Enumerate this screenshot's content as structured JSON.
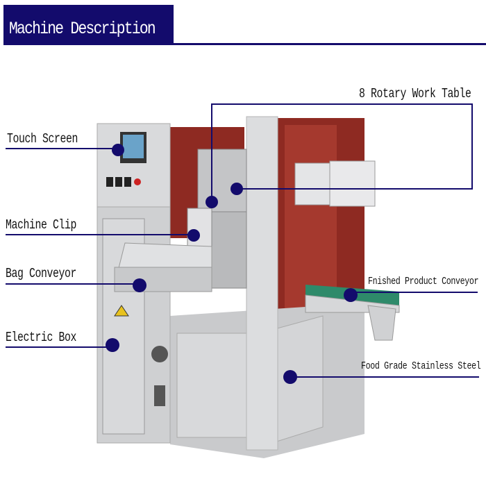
{
  "header": {
    "title": "Machine Description"
  },
  "labels": {
    "touch_screen": "Touch Screen",
    "rotary_table": "8 Rotary Work Table",
    "machine_clip": "Machine Clip",
    "bag_conveyor": "Bag Conveyor",
    "electric_box": "Electric Box",
    "finished_conveyor": "Fnished Product Conveyor",
    "stainless_steel": "Food Grade Stainless Steel"
  },
  "colors": {
    "brand": "#130b6c",
    "panel_red": "#8e2a22",
    "steel": "#cfd0d2"
  }
}
